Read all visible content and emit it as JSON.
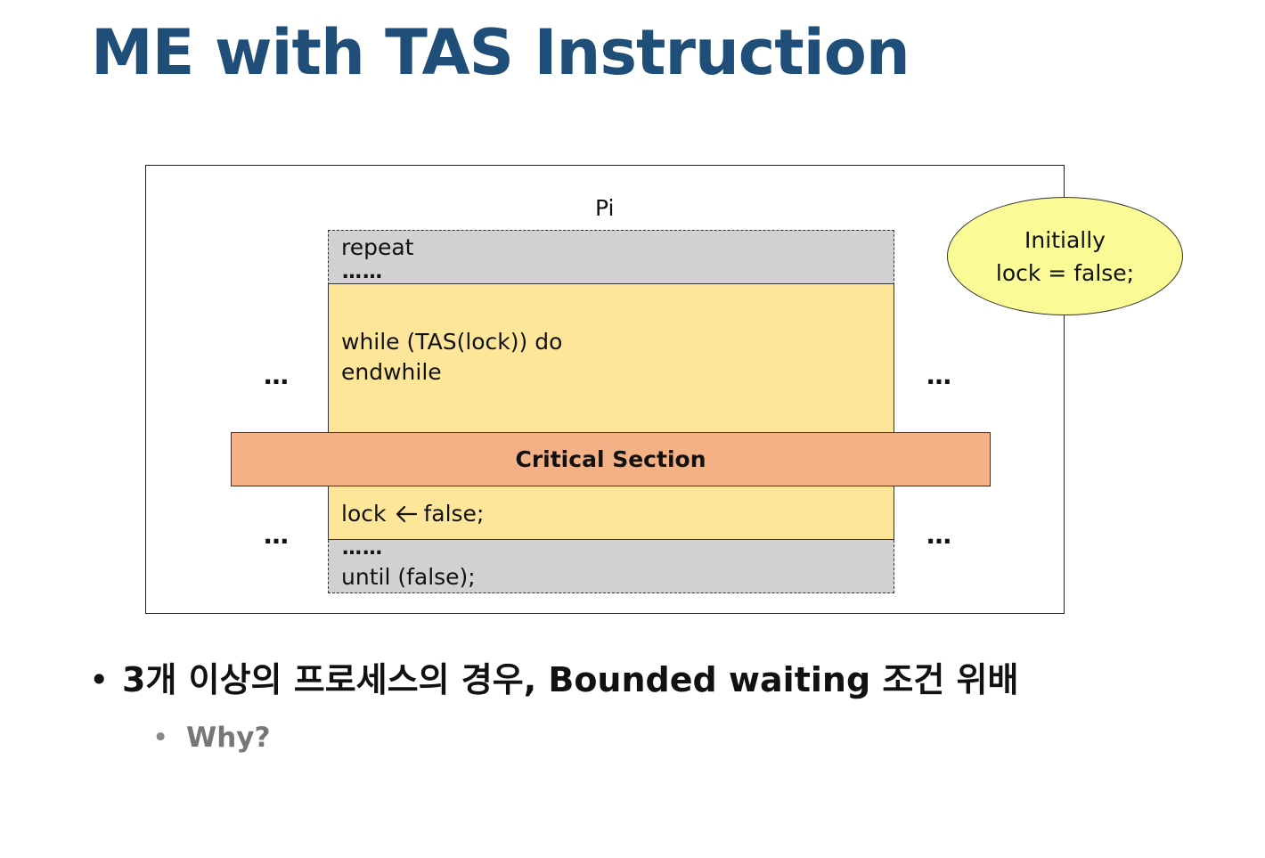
{
  "title": "ME with TAS Instruction",
  "diagram": {
    "process_label": "Pi",
    "entry_section": {
      "repeat": "repeat",
      "dots_top": "……",
      "while_line": "while (TAS(lock)) do",
      "endwhile_line": "endwhile"
    },
    "critical_section": "Critical Section",
    "exit_section": {
      "lock_label": "lock",
      "assign_value": "false;",
      "dots_bottom": "……",
      "until_line": "until (false);"
    },
    "ellipsis": "…",
    "initial_note": {
      "line1": "Initially",
      "line2": "lock = false;"
    },
    "colors": {
      "remainder_gray": "#d2d0d2",
      "entry_exit_yellow": "#fde69a",
      "critical_orange": "#f3b185",
      "note_yellow": "#fafa96"
    },
    "icons": [
      "left-arrow-icon"
    ]
  },
  "bullets": [
    {
      "marker": "•",
      "text": "3개 이상의 프로세스의 경우, Bounded waiting 조건 위배"
    },
    {
      "marker": "•",
      "text": "Why?"
    }
  ],
  "title_color": "#1f4e79"
}
